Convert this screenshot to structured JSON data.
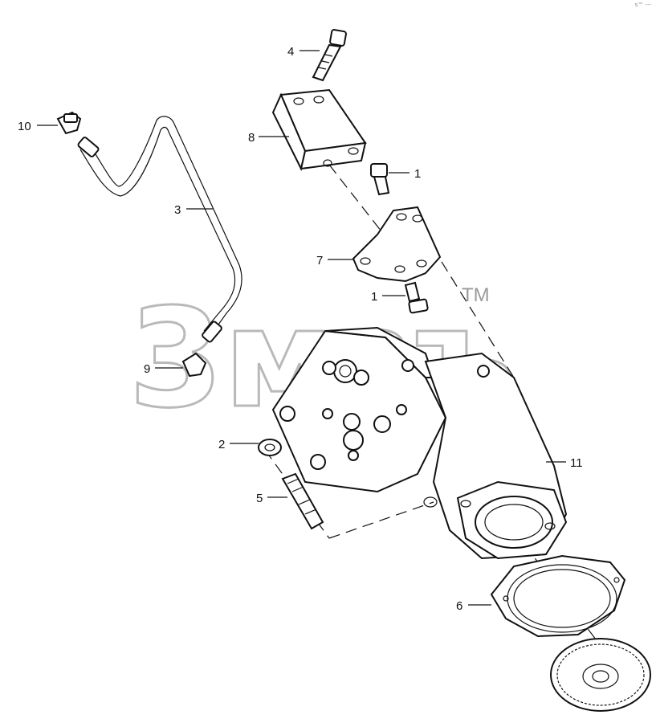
{
  "corner_mark": "s™ ---",
  "watermark": {
    "text": "3мзъ",
    "trademark": "TM"
  },
  "callouts": {
    "c1a": "1",
    "c1b": "1",
    "c2": "2",
    "c3": "3",
    "c4": "4",
    "c5": "5",
    "c6": "6",
    "c7": "7",
    "c8": "8",
    "c9": "9",
    "c10": "10",
    "c11": "11"
  }
}
